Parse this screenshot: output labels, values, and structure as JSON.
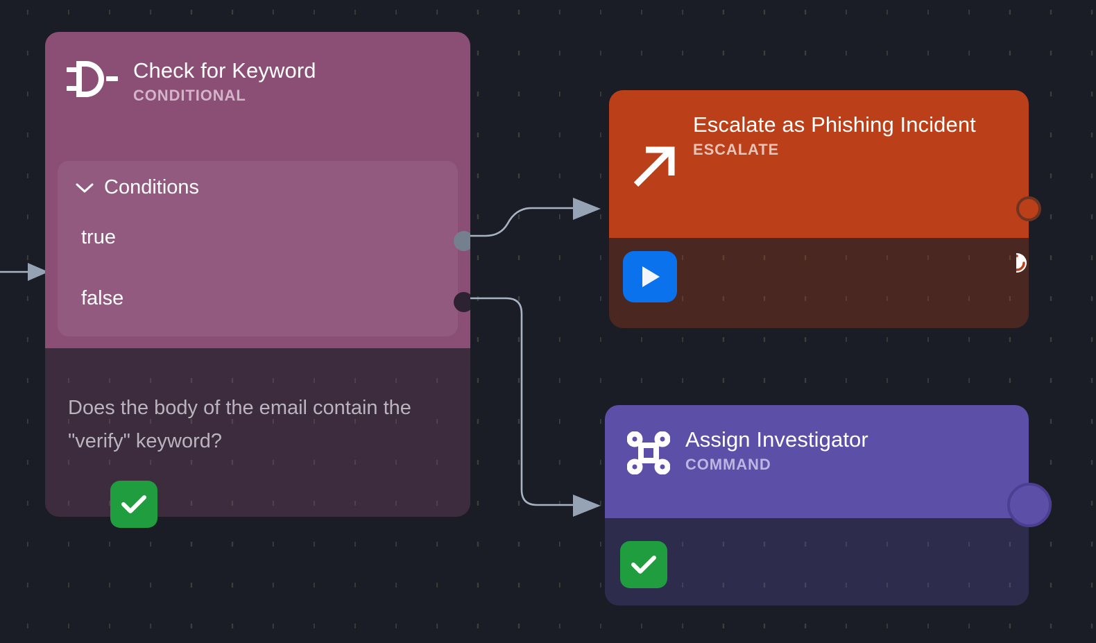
{
  "canvas": {
    "background_color": "#1a1d26",
    "grid_dot_color": "#3b3f39",
    "edge_color": "#a7b4c2"
  },
  "nodes": [
    {
      "id": "check-for-keyword",
      "title": "Check for Keyword",
      "subtitle": "CONDITIONAL",
      "icon": "logic-gate-icon",
      "accent_color": "#8b4f76",
      "panel": {
        "label": "Conditions",
        "collapse_icon": "chevron-down-icon",
        "rows": [
          {
            "label": "true",
            "port_color": "#74808e"
          },
          {
            "label": "false",
            "port_color": "#2c2232"
          }
        ]
      },
      "description": "Does the body of the email contain the \"verify\" keyword?",
      "status": {
        "icon": "check-icon",
        "color": "#1f9d3f"
      }
    },
    {
      "id": "escalate-as-phishing-incident",
      "title": "Escalate as Phishing Incident",
      "subtitle": "ESCALATE",
      "icon": "arrow-up-right-icon",
      "accent_color": "#bb3f18",
      "run_button": {
        "icon": "play-icon",
        "color": "#0b72ed"
      },
      "output_port_color": "#bb3f18"
    },
    {
      "id": "assign-investigator",
      "title": "Assign Investigator",
      "subtitle": "COMMAND",
      "icon": "command-icon",
      "accent_color": "#5c4fa8",
      "status": {
        "icon": "check-icon",
        "color": "#1f9d3f"
      },
      "output_port_color": "#5c4fa8"
    }
  ],
  "edges": [
    {
      "id": "edge-input",
      "from": "canvas-input",
      "to": "check-for-keyword"
    },
    {
      "id": "edge-true",
      "from": "check-for-keyword.true",
      "to": "escalate-as-phishing-incident"
    },
    {
      "id": "edge-false",
      "from": "check-for-keyword.false",
      "to": "assign-investigator"
    }
  ]
}
